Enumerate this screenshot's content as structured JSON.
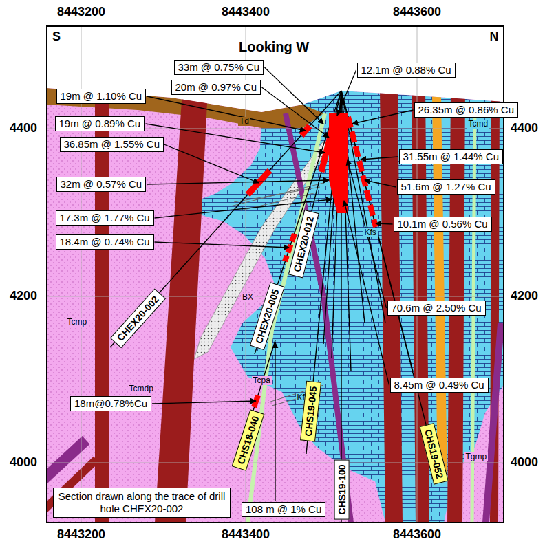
{
  "diagram": {
    "title": "Looking W",
    "nodes": [
      {
        "text": [
          "33m @ 0.75% Cu"
        ]
      },
      {
        "text": [
          "12.1m @ 0.88% Cu"
        ]
      },
      {
        "text": [
          "20m @ 0.97% Cu"
        ]
      },
      {
        "text": [
          "19m @ 1.10% Cu"
        ]
      },
      {
        "text": [
          "26.35m @ 0.86% Cu"
        ]
      },
      {
        "text": [
          "19m @ 0.89% Cu"
        ]
      },
      {
        "text": [
          "36.85m @ 1.55% Cu"
        ]
      },
      {
        "text": [
          "31.55m @ 1.44% Cu"
        ]
      },
      {
        "text": [
          "51.6m @ 1.27% Cu"
        ]
      },
      {
        "text": [
          "32m @ 0.57% Cu"
        ]
      },
      {
        "text": [
          "10.1m @ 0.56% Cu"
        ]
      },
      {
        "text": [
          "17.3m @ 1.77% Cu"
        ]
      },
      {
        "text": [
          "18.4m @ 0.74% Cu"
        ]
      },
      {
        "text": [
          "CHEX20-012"
        ]
      },
      {
        "text": [
          "CHEX20-002"
        ]
      },
      {
        "text": [
          "CHEX20-005"
        ]
      },
      {
        "text": [
          "70.6m @ 2.50% Cu"
        ]
      },
      {
        "text": [
          "8.45m @ 0.49% Cu"
        ]
      },
      {
        "text": [
          "18m@0.78%Cu"
        ]
      },
      {
        "text": [
          "CHS18-040"
        ]
      },
      {
        "text": [
          "CHS19-045"
        ]
      },
      {
        "text": [
          "CHS19-052"
        ]
      },
      {
        "text": [
          "108 m @ 1% Cu"
        ]
      },
      {
        "text": [
          "CHS19-100"
        ]
      },
      {
        "text": [
          "Section drawn along the trace of drill hole CHEX20-002"
        ]
      }
    ],
    "labels": [
      "8443200",
      "8443400",
      "8443600",
      "4400",
      "4200",
      "4000",
      "S",
      "N",
      "Td",
      "Tcmd",
      "Kfs",
      "Tcmp",
      "BX",
      "Tcmdp",
      "Tcpa",
      "Kfs",
      "Tgmp",
      "4400",
      "4200",
      "4000",
      "8443200",
      "8443400",
      "8443600"
    ]
  }
}
